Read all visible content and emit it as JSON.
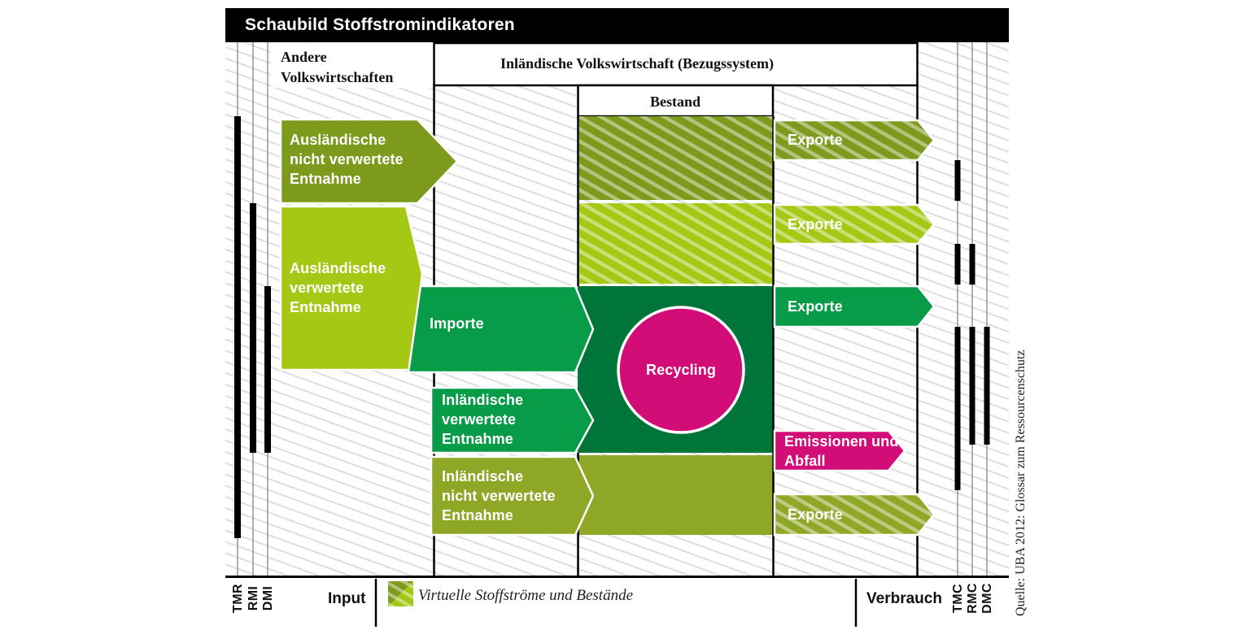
{
  "title": "Schaubild Stoffstromindikatoren",
  "colors": {
    "black": "#000000",
    "dark_olive": "#7d9a1d",
    "olive": "#8ea727",
    "light_green": "#a5c815",
    "green": "#089c49",
    "dark_green": "#00753a",
    "magenta": "#d30d77",
    "white": "#ffffff",
    "grid_line": "#8f8f8f"
  },
  "headers": {
    "other_economies": "Andere\nVolkswirtschaften",
    "domestic_economy": "Inländische Volkswirtschaft (Bezugssystem)",
    "stock": "Bestand"
  },
  "flows": {
    "foreign_unused": {
      "label": "Ausländische\nnicht verwertete\nEntnahme"
    },
    "foreign_used": {
      "label": "Ausländische\nverwertete\nEntnahme"
    },
    "imports": {
      "label": "Importe"
    },
    "domestic_used": {
      "label": "Inländische\nverwertete\nEntnahme"
    },
    "domestic_unused": {
      "label": "Inländische\nnicht verwertete\nEntnahme"
    },
    "exports_virtual_unused": {
      "label": "Exporte"
    },
    "exports_virtual_used": {
      "label": "Exporte"
    },
    "exports_direct": {
      "label": "Exporte"
    },
    "emissions": {
      "label": "Emissionen und\nAbfall"
    },
    "exports_domestic_unused": {
      "label": "Exporte"
    },
    "recycling": {
      "label": "Recycling"
    }
  },
  "indicators": {
    "input_side": [
      {
        "code": "TMR",
        "segments": [
          [
            143,
            662
          ]
        ]
      },
      {
        "code": "RMI",
        "segments": [
          [
            250,
            557
          ]
        ]
      },
      {
        "code": "DMI",
        "segments": [
          [
            352,
            557
          ]
        ]
      }
    ],
    "consumption_side": [
      {
        "code": "TMC",
        "segments": [
          [
            197,
            247
          ],
          [
            300,
            350
          ],
          [
            402,
            603
          ]
        ]
      },
      {
        "code": "RMC",
        "segments": [
          [
            300,
            350
          ],
          [
            402,
            547
          ]
        ]
      },
      {
        "code": "DMC",
        "segments": [
          [
            402,
            547
          ]
        ]
      }
    ]
  },
  "footer": {
    "input_label": "Input",
    "consumption_label": "Verbrauch",
    "legend_label": "Virtuelle Stoffströme und Bestände"
  },
  "source": "Quelle: UBA 2012: Glossar zum Ressourcenschutz"
}
